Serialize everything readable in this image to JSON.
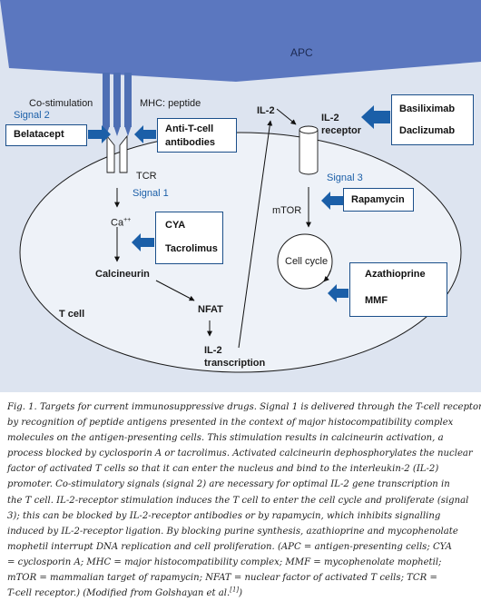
{
  "diagram": {
    "apc": "APC",
    "costimulation": "Co-stimulation",
    "mhc_peptide": "MHC: peptide",
    "signal2": "Signal 2",
    "signal1": "Signal 1",
    "signal3": "Signal 3",
    "tcr": "TCR",
    "ca": "Ca",
    "ca_sup": "++",
    "calcineurin": "Calcineurin",
    "nfat": "NFAT",
    "il2_transcription_line1": "IL-2",
    "il2_transcription_line2": "transcription",
    "il2": "IL-2",
    "il2_receptor_line1": "IL-2",
    "il2_receptor_line2": "receptor",
    "mtor": "mTOR",
    "cell_cycle": "Cell cycle",
    "t_cell": "T cell"
  },
  "drugs": {
    "belatacept": "Belatacept",
    "anti_t_line1": "Anti-T-cell",
    "anti_t_line2": "antibodies",
    "cya": "CYA",
    "tacrolimus": "Tacrolimus",
    "basiliximab": "Basiliximab",
    "daclizumab": "Daclizumab",
    "rapamycin": "Rapamycin",
    "azathioprine": "Azathioprine",
    "mmf": "MMF"
  },
  "caption": {
    "lines": [
      "Fig. 1. Targets for current immunosuppressive drugs. Signal 1 is delivered through the T-cell receptor",
      "by recognition of peptide antigens presented in the context of major histocompatibility complex",
      "molecules on the antigen-presenting cells. This stimulation results in calcineurin activation, a",
      "process blocked by cyclosporin A or tacrolimus. Activated calcineurin dephosphorylates the nuclear",
      "factor of activated T cells so that it can enter the nucleus and bind to the interleukin-2 (IL-2)",
      "promoter. Co-stimulatory signals (signal 2) are necessary for optimal IL-2 gene transcription in",
      "the T cell. IL-2-receptor stimulation induces the T cell to enter the cell cycle and proliferate (signal",
      "3); this can be blocked by IL-2-receptor antibodies or by rapamycin, which inhibits signalling",
      "induced by IL-2-receptor ligation. By blocking purine synthesis, azathioprine and mycophenolate",
      "mophetil interrupt DNA replication and cell proliferation. (APC = antigen-presenting cells; CYA",
      "= cyclosporin A; MHC = major histocompatibility complex; MMF = mycophenolate mophetil;",
      "mTOR = mammalian target of rapamycin; NFAT = nuclear factor of activated T cells; TCR =",
      "T-cell receptor.) (Modified from Golshayan et al."
    ],
    "ref": "[1]",
    "end": ")"
  }
}
